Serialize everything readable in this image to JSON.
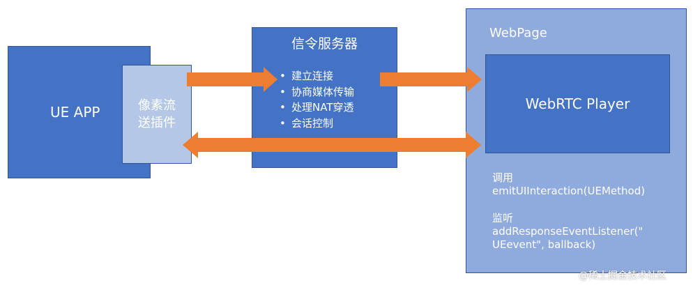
{
  "colors": {
    "dark_blue": "#4472C4",
    "light_blue": "#B4C7E7",
    "medium_blue": "#8FAADC",
    "border": "#2F5597",
    "arrow": "#ED7D31",
    "text": "#FFFFFF"
  },
  "ue_app": {
    "label": "UE APP"
  },
  "plugin": {
    "label": "像素流送插件"
  },
  "signaling_server": {
    "title": "信令服务器",
    "items": [
      "建立连接",
      "协商媒体传输",
      "处理NAT穿透",
      "会话控制"
    ]
  },
  "webpage": {
    "title": "WebPage",
    "player_label": "WebRTC Player",
    "call_label": "调用",
    "call_method": "emitUIInteraction(UEMethod)",
    "listen_label": "监听",
    "listen_line1": "addResponseEventListener(\"",
    "listen_line2": "UEevent\", ballback)"
  },
  "watermark": "@稀土掘金技术社区"
}
